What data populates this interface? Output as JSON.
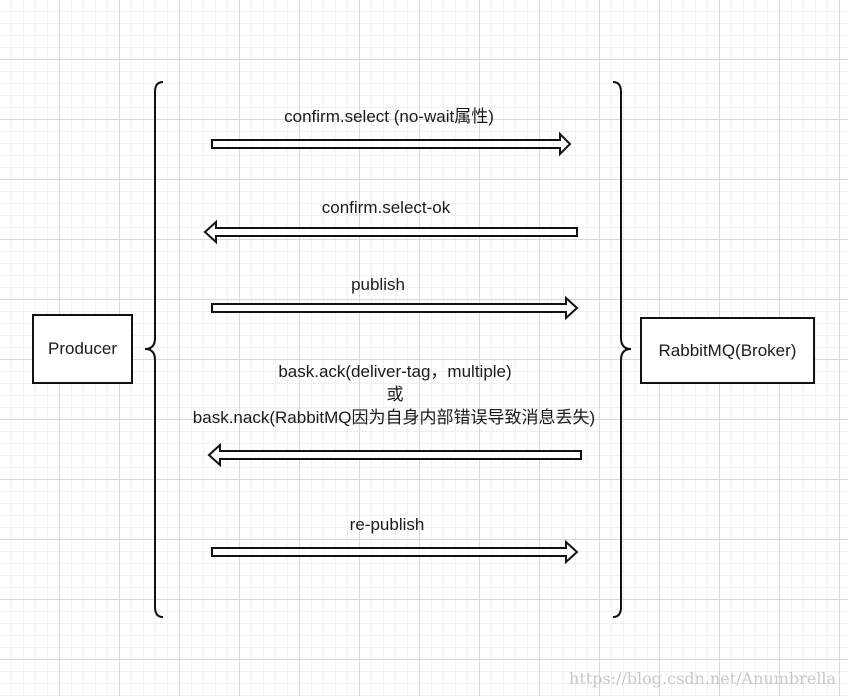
{
  "diagram": {
    "nodes": {
      "producer": "Producer",
      "broker": "RabbitMQ(Broker)"
    },
    "messages": [
      {
        "id": "confirm-select",
        "label": "confirm.select (no-wait属性)",
        "direction": "right"
      },
      {
        "id": "confirm-select-ok",
        "label": "confirm.select-ok",
        "direction": "left"
      },
      {
        "id": "publish",
        "label": "publish",
        "direction": "right"
      },
      {
        "id": "ack-or-nack",
        "label_line1": "bask.ack(deliver-tag，multiple)",
        "label_line2": "或",
        "label_line3": "bask.nack(RabbitMQ因为自身内部错误导致消息丢失)",
        "direction": "left"
      },
      {
        "id": "re-publish",
        "label": "re-publish",
        "direction": "right"
      }
    ]
  },
  "watermark": "https://blog.csdn.net/Anumbrella"
}
